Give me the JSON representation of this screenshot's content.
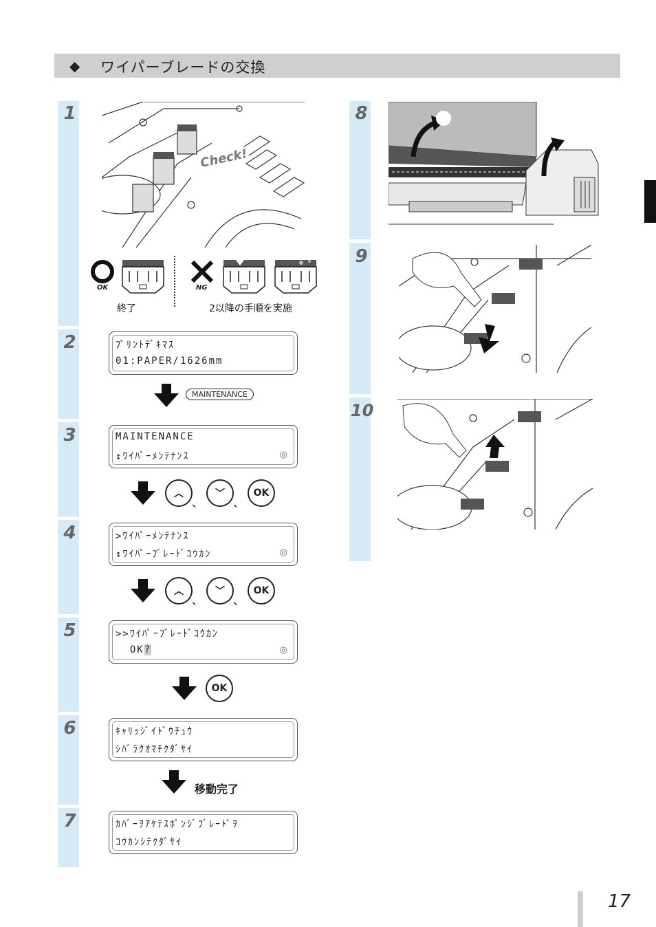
{
  "header": {
    "diamond": "◆",
    "title": "ワイパーブレードの交換"
  },
  "steps": {
    "s1": "1",
    "s2": "2",
    "s3": "3",
    "s4": "4",
    "s5": "5",
    "s6": "6",
    "s7": "7",
    "s8": "8",
    "s9": "9",
    "s10": "10"
  },
  "step1": {
    "check_label": "Check!",
    "ok_mark": "OK",
    "ng_mark": "NG",
    "ok_caption": "終了",
    "ng_caption": "2以降の手順を実施"
  },
  "lcd": {
    "s2": {
      "line1": "ﾌﾟﾘﾝﾄﾃﾞｷﾏｽ",
      "line2": "01:PAPER/1626mm"
    },
    "s3": {
      "line1": "MAINTENANCE",
      "line2": "↕ﾜｲﾊﾟｰﾒﾝﾃﾅﾝｽ"
    },
    "s4": {
      "line1": ">ﾜｲﾊﾟｰﾒﾝﾃﾅﾝｽ",
      "line2": "↕ﾜｲﾊﾟｰﾌﾞﾚｰﾄﾞｺｳｶﾝ"
    },
    "s5": {
      "line1": ">>ﾜｲﾊﾟｰﾌﾞﾚｰﾄﾞｺｳｶﾝ",
      "line2": "  OK",
      "cursor": "?"
    },
    "s6": {
      "line1": "ｷｬﾘｯｼﾞｲﾄﾞｳﾁｭｳ",
      "line2": "ｼﾊﾞﾗｸｵﾏﾁｸﾀﾞｻｲ"
    },
    "s7": {
      "line1": "ｶﾊﾞｰｦｱｹﾃｽﾎﾟﾝｼﾞﾌﾞﾚｰﾄﾞｦ",
      "line2": "ｺｳｶﾝｼﾃｸﾀﾞｻｲ"
    }
  },
  "lcd_icon": "◎",
  "buttons": {
    "maintenance": "MAINTENANCE",
    "up": "︿",
    "down": "﹀",
    "ok": "OK",
    "comma": "、"
  },
  "move_complete": "移動完了",
  "page_number": "17"
}
